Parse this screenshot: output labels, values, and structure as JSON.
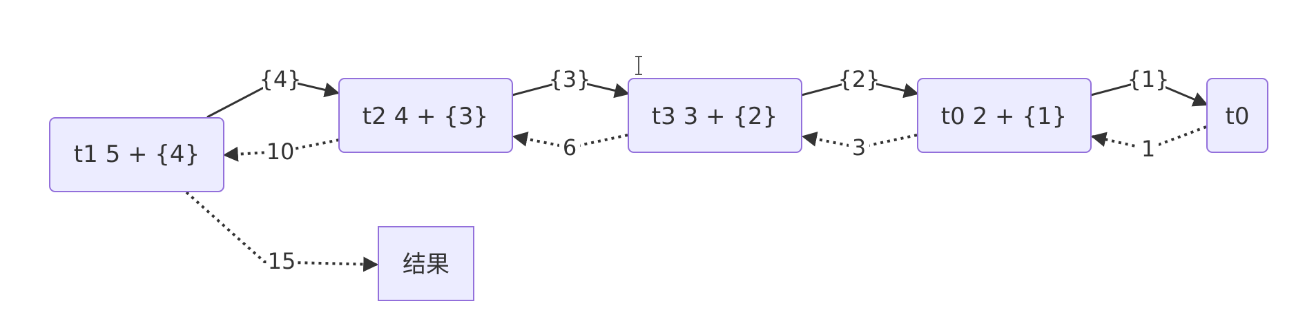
{
  "nodes": [
    {
      "id": "t1",
      "label": "t1 5 + {4}"
    },
    {
      "id": "t2",
      "label": "t2 4 + {3}"
    },
    {
      "id": "t3",
      "label": "t3 3 + {2}"
    },
    {
      "id": "t0a",
      "label": "t0 2 + {1}"
    },
    {
      "id": "t0b",
      "label": "t0"
    },
    {
      "id": "result",
      "label": "结果"
    }
  ],
  "edges": [
    {
      "from": "t1",
      "to": "t2",
      "label": "{4}",
      "style": "solid"
    },
    {
      "from": "t2",
      "to": "t3",
      "label": "{3}",
      "style": "solid"
    },
    {
      "from": "t3",
      "to": "t0a",
      "label": "{2}",
      "style": "solid"
    },
    {
      "from": "t0a",
      "to": "t0b",
      "label": "{1}",
      "style": "solid"
    },
    {
      "from": "t0b",
      "to": "t0a",
      "label": "1",
      "style": "dotted"
    },
    {
      "from": "t0a",
      "to": "t3",
      "label": "3",
      "style": "dotted"
    },
    {
      "from": "t3",
      "to": "t2",
      "label": "6",
      "style": "dotted"
    },
    {
      "from": "t2",
      "to": "t1",
      "label": "10",
      "style": "dotted"
    },
    {
      "from": "t1",
      "to": "result",
      "label": "15",
      "style": "dotted"
    }
  ],
  "colors": {
    "node_fill": "#ececff",
    "node_border": "#9370db",
    "edge": "#333333",
    "text": "#333333"
  }
}
